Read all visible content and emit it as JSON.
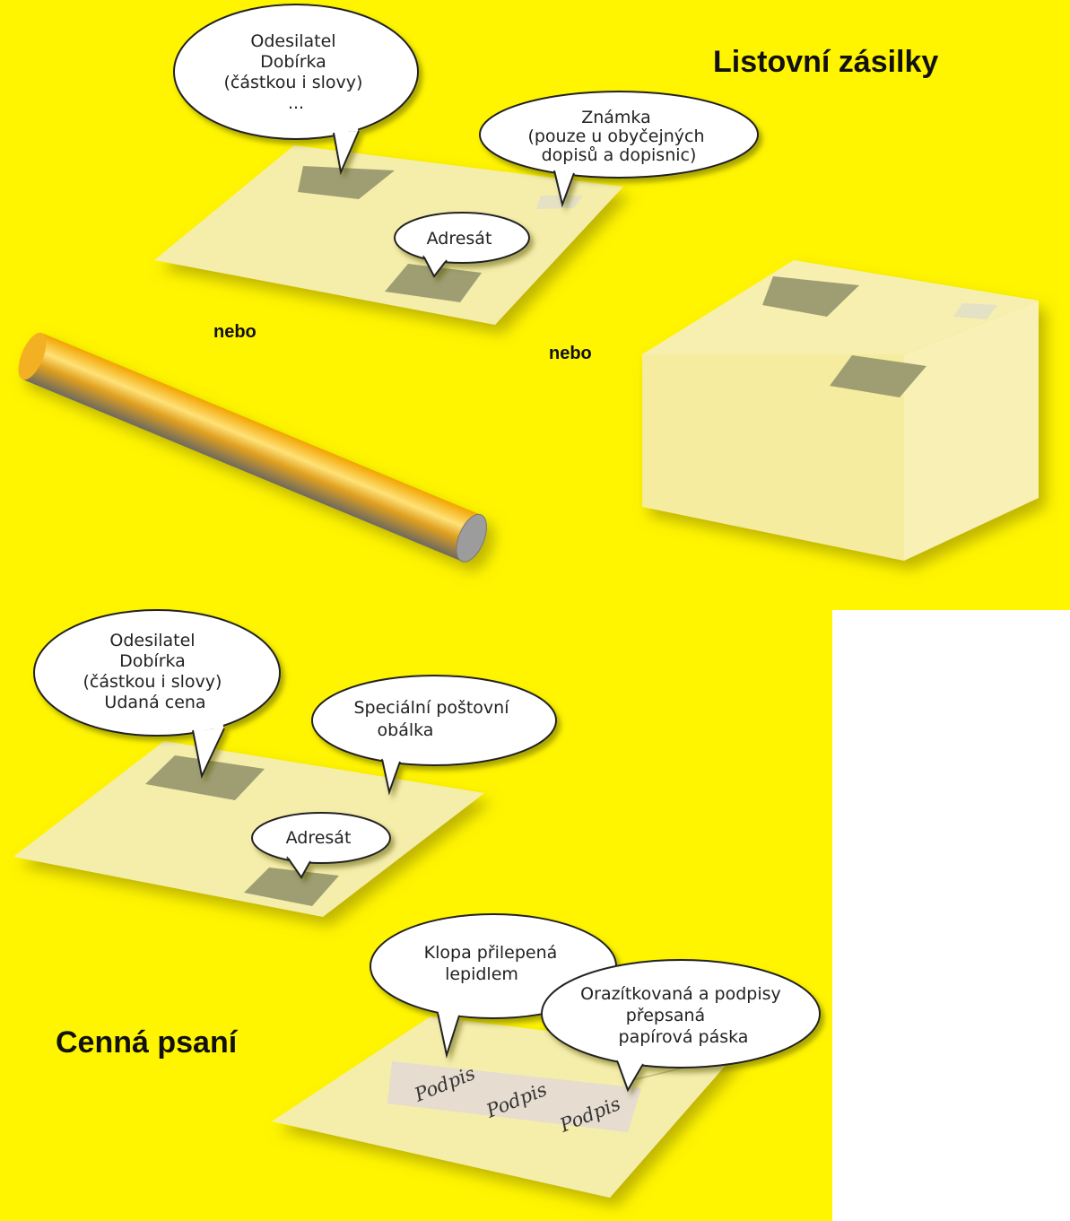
{
  "colors": {
    "background": "#FFF500",
    "paper": "#F5EDAA",
    "label_patch": "#9E9E72",
    "stamp_patch": "#E4E1C4",
    "tape": "#E6DCCF",
    "bubble": "#FFFFFF"
  },
  "section_top": {
    "title": "Listovní zásilky",
    "separator_left": "nebo",
    "separator_right": "nebo",
    "bubble_sender": [
      "Odesilatel",
      "Dobírka",
      "(částkou i slovy)",
      "..."
    ],
    "bubble_stamp": [
      "Známka",
      "(pouze u obyčejných",
      "dopisů a dopisnic)"
    ],
    "bubble_recipient": [
      "Adresát"
    ]
  },
  "section_bottom": {
    "title": "Cenná psaní",
    "bubble_sender": [
      "Odesilatel",
      "Dobírka",
      "(částkou i slovy)",
      "Udaná cena"
    ],
    "bubble_envelope": [
      "Speciální poštovní",
      "obálka"
    ],
    "bubble_recipient": [
      "Adresát"
    ],
    "bubble_flap": [
      "Klopa přilepená",
      "lepidlem"
    ],
    "bubble_tape": [
      "Orazítkovaná a podpisy",
      "přepsaná",
      "papírová páska"
    ],
    "signatures": [
      "Podpis",
      "Podpis",
      "Podpis"
    ]
  }
}
